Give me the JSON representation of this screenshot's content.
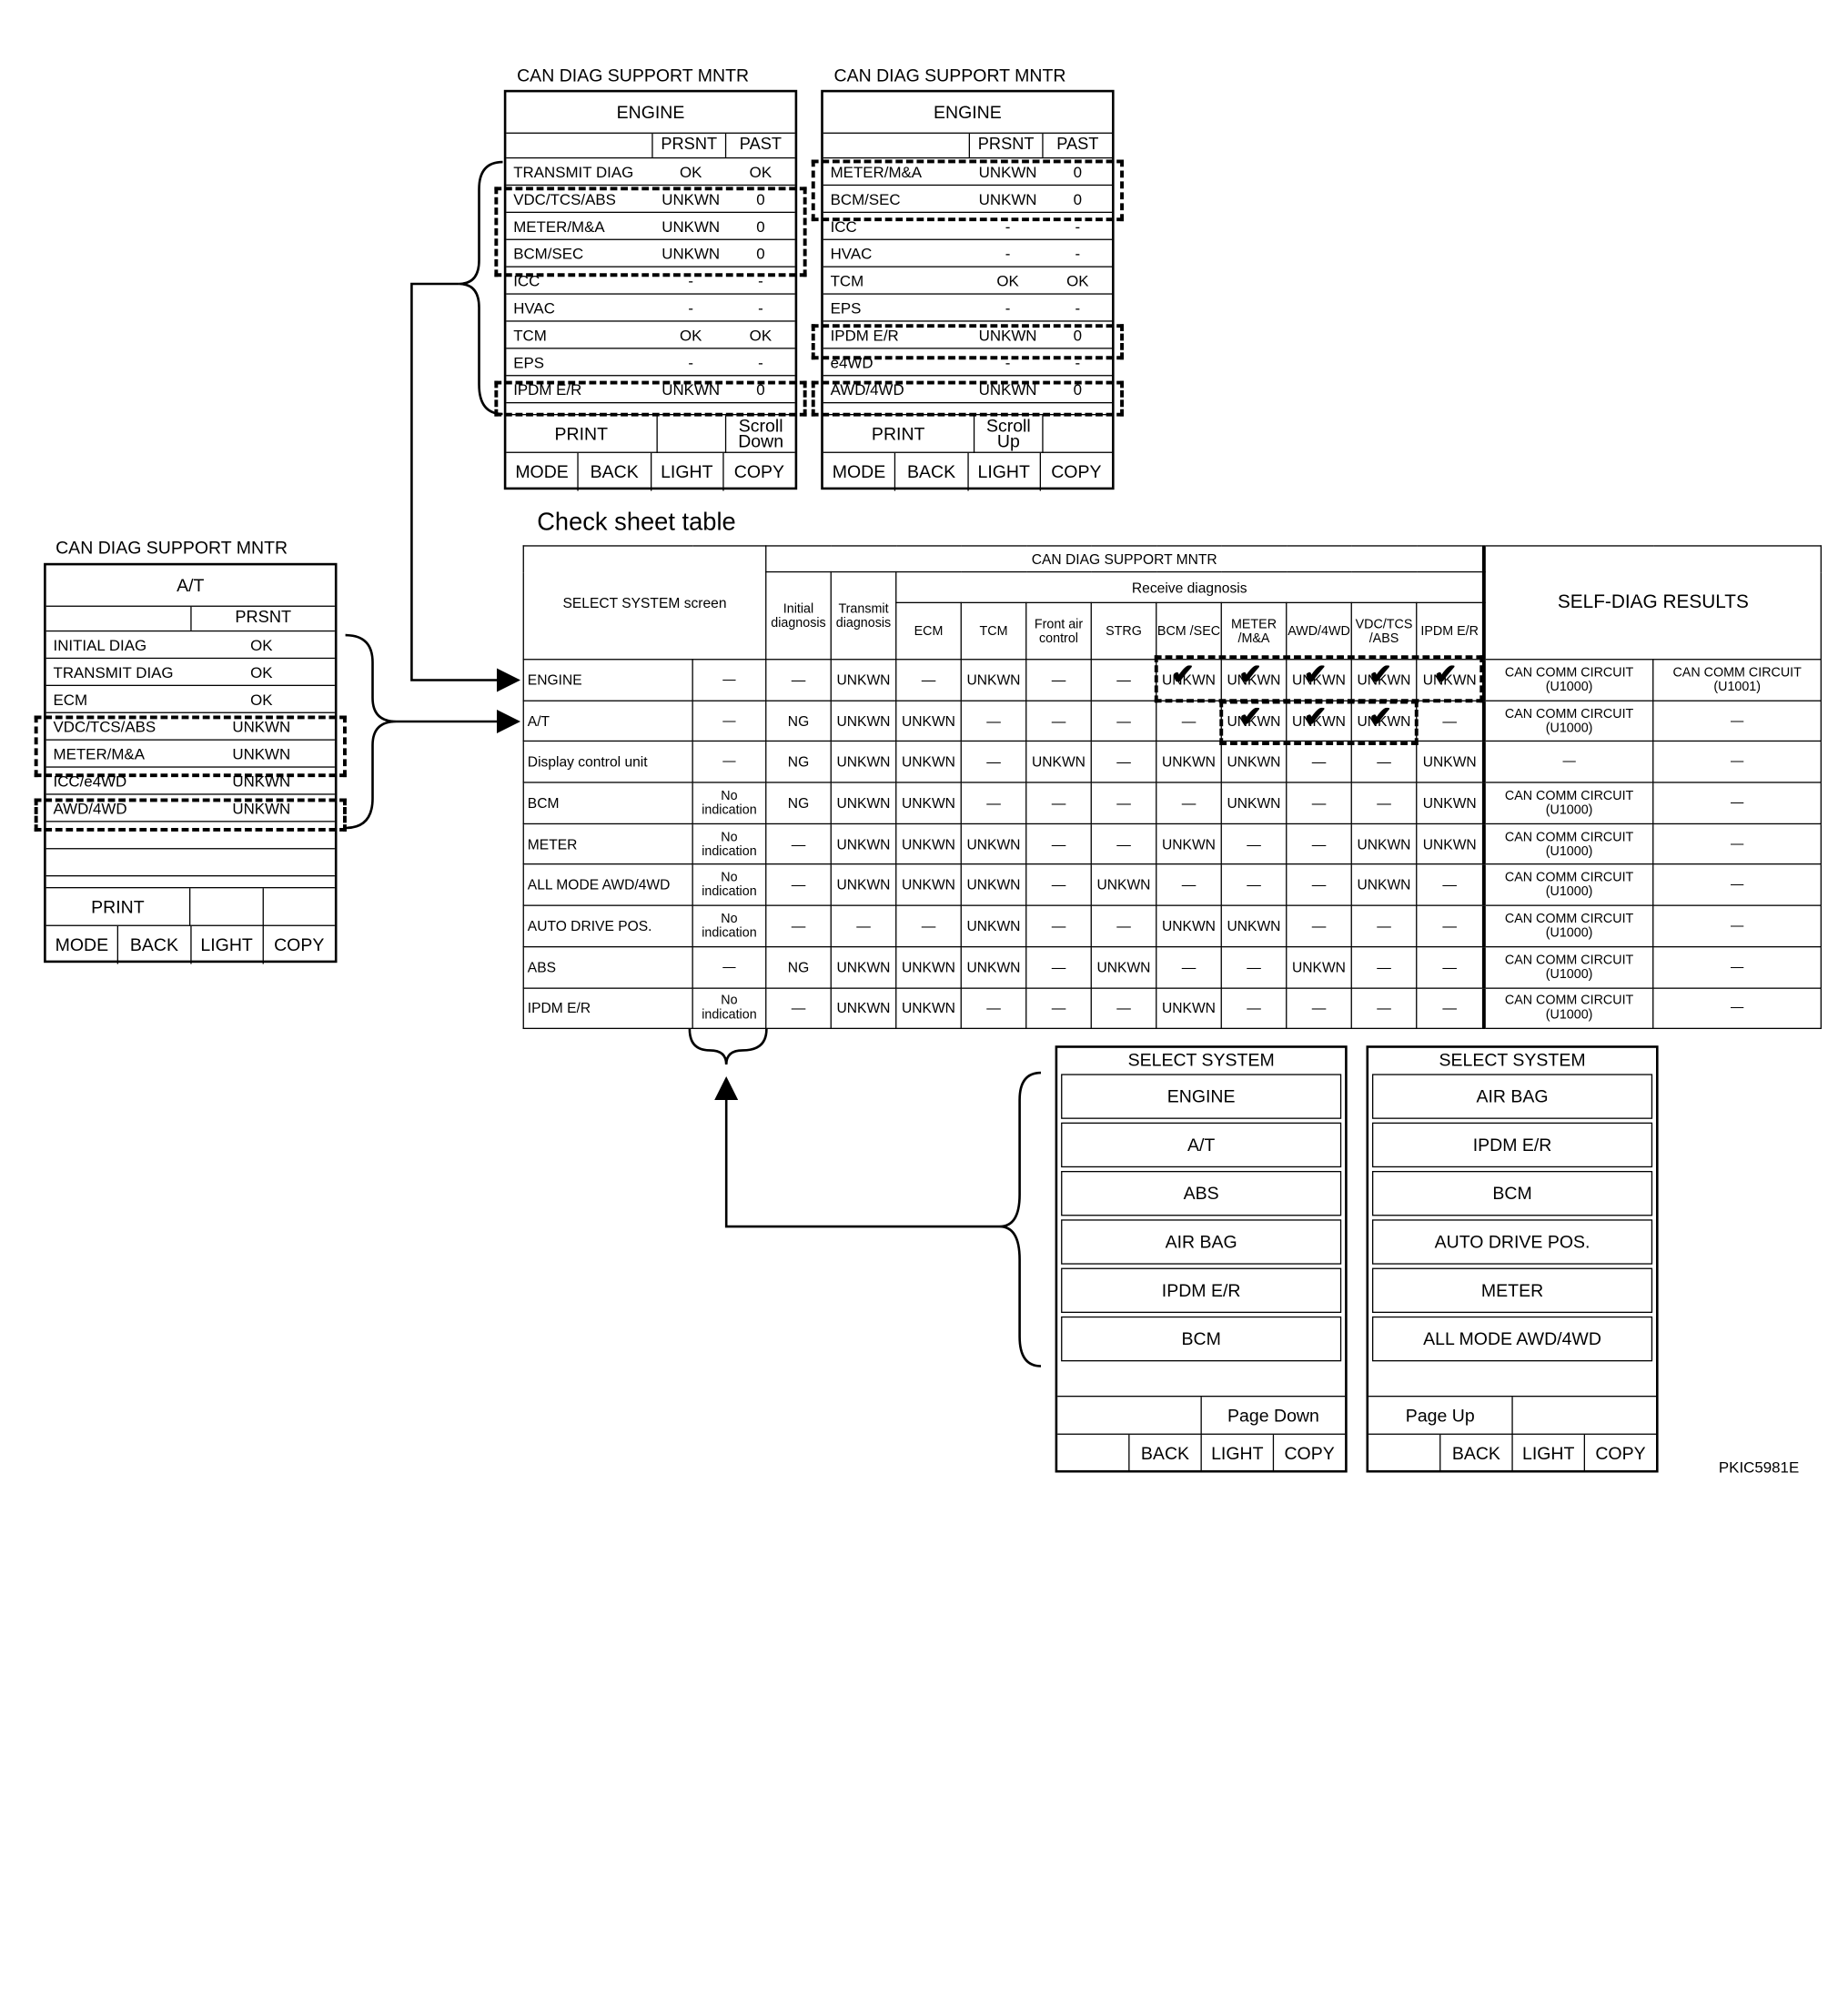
{
  "screen_top_left": {
    "title": "CAN DIAG SUPPORT MNTR",
    "header": "ENGINE",
    "col_prsnt": "PRSNT",
    "col_past": "PAST",
    "rows": [
      [
        "TRANSMIT DIAG",
        "OK",
        "OK"
      ],
      [
        "VDC/TCS/ABS",
        "UNKWN",
        "0"
      ],
      [
        "METER/M&A",
        "UNKWN",
        "0"
      ],
      [
        "BCM/SEC",
        "UNKWN",
        "0"
      ],
      [
        "ICC",
        "-",
        "-"
      ],
      [
        "HVAC",
        "-",
        "-"
      ],
      [
        "TCM",
        "OK",
        "OK"
      ],
      [
        "EPS",
        "-",
        "-"
      ],
      [
        "IPDM E/R",
        "UNKWN",
        "0"
      ]
    ],
    "btn_top": [
      "PRINT",
      "",
      "Scroll Down"
    ],
    "btn_bottom": [
      "MODE",
      "BACK",
      "LIGHT",
      "COPY"
    ]
  },
  "screen_top_right": {
    "title": "CAN DIAG SUPPORT MNTR",
    "header": "ENGINE",
    "col_prsnt": "PRSNT",
    "col_past": "PAST",
    "rows": [
      [
        "METER/M&A",
        "UNKWN",
        "0"
      ],
      [
        "BCM/SEC",
        "UNKWN",
        "0"
      ],
      [
        "ICC",
        "-",
        "-"
      ],
      [
        "HVAC",
        "-",
        "-"
      ],
      [
        "TCM",
        "OK",
        "OK"
      ],
      [
        "EPS",
        "-",
        "-"
      ],
      [
        "IPDM E/R",
        "UNKWN",
        "0"
      ],
      [
        "e4WD",
        "-",
        "-"
      ],
      [
        "AWD/4WD",
        "UNKWN",
        "0"
      ]
    ],
    "btn_top": [
      "PRINT",
      "Scroll Up",
      ""
    ],
    "btn_bottom": [
      "MODE",
      "BACK",
      "LIGHT",
      "COPY"
    ]
  },
  "screen_left": {
    "title": "CAN DIAG SUPPORT MNTR",
    "header": "A/T",
    "col_prsnt": "PRSNT",
    "rows": [
      [
        "INITIAL DIAG",
        "OK"
      ],
      [
        "TRANSMIT DIAG",
        "OK"
      ],
      [
        "ECM",
        "OK"
      ],
      [
        "VDC/TCS/ABS",
        "UNKWN"
      ],
      [
        "METER/M&A",
        "UNKWN"
      ],
      [
        "ICC/e4WD",
        "UNKWN"
      ],
      [
        "AWD/4WD",
        "UNKWN"
      ]
    ],
    "btn_top": [
      "PRINT",
      "",
      ""
    ],
    "btn_bottom": [
      "MODE",
      "BACK",
      "LIGHT",
      "COPY"
    ]
  },
  "check_sheet": {
    "title": "Check sheet table",
    "h_can": "CAN DIAG SUPPORT MNTR",
    "h_select": "SELECT SYSTEM screen",
    "h_initial": "Initial diagnosis",
    "h_transmit": "Transmit diagnosis",
    "h_receive": "Receive diagnosis",
    "h_self": "SELF-DIAG RESULTS",
    "receive_cols": [
      "ECM",
      "TCM",
      "Front air control",
      "STRG",
      "BCM /SEC",
      "METER /M&A",
      "AWD/4WD",
      "VDC/TCS /ABS",
      "IPDM E/R"
    ],
    "rows": [
      [
        "ENGINE",
        "—",
        "—",
        "UNKWN",
        "—",
        "UNKWN",
        "—",
        "—",
        "UNKWN",
        "UNKWN",
        "UNKWN",
        "UNKWN",
        "UNKWN",
        "CAN COMM CIRCUIT (U1000)",
        "CAN COMM CIRCUIT (U1001)"
      ],
      [
        "A/T",
        "—",
        "NG",
        "UNKWN",
        "UNKWN",
        "—",
        "—",
        "—",
        "—",
        "UNKWN",
        "UNKWN",
        "UNKWN",
        "—",
        "CAN COMM CIRCUIT (U1000)",
        "—"
      ],
      [
        "Display control unit",
        "—",
        "NG",
        "UNKWN",
        "UNKWN",
        "—",
        "UNKWN",
        "—",
        "UNKWN",
        "UNKWN",
        "—",
        "—",
        "UNKWN",
        "—",
        "—"
      ],
      [
        "BCM",
        "No indication",
        "NG",
        "UNKWN",
        "UNKWN",
        "—",
        "—",
        "—",
        "—",
        "UNKWN",
        "—",
        "—",
        "UNKWN",
        "CAN COMM CIRCUIT (U1000)",
        "—"
      ],
      [
        "METER",
        "No indication",
        "—",
        "UNKWN",
        "UNKWN",
        "UNKWN",
        "—",
        "—",
        "UNKWN",
        "—",
        "—",
        "UNKWN",
        "UNKWN",
        "CAN COMM CIRCUIT (U1000)",
        "—"
      ],
      [
        "ALL MODE AWD/4WD",
        "No indication",
        "—",
        "UNKWN",
        "UNKWN",
        "UNKWN",
        "—",
        "UNKWN",
        "—",
        "—",
        "—",
        "UNKWN",
        "—",
        "CAN COMM CIRCUIT (U1000)",
        "—"
      ],
      [
        "AUTO DRIVE POS.",
        "No indication",
        "—",
        "—",
        "—",
        "UNKWN",
        "—",
        "—",
        "UNKWN",
        "UNKWN",
        "—",
        "—",
        "—",
        "CAN COMM CIRCUIT (U1000)",
        "—"
      ],
      [
        "ABS",
        "—",
        "NG",
        "UNKWN",
        "UNKWN",
        "UNKWN",
        "—",
        "UNKWN",
        "—",
        "—",
        "UNKWN",
        "—",
        "—",
        "CAN COMM CIRCUIT (U1000)",
        "—"
      ],
      [
        "IPDM E/R",
        "No indication",
        "—",
        "UNKWN",
        "UNKWN",
        "—",
        "—",
        "—",
        "UNKWN",
        "—",
        "—",
        "—",
        "—",
        "CAN COMM CIRCUIT (U1000)",
        "—"
      ]
    ]
  },
  "select_left": {
    "title": "SELECT SYSTEM",
    "items": [
      "ENGINE",
      "A/T",
      "ABS",
      "AIR BAG",
      "IPDM E/R",
      "BCM"
    ],
    "btn_top": [
      "",
      "Page Down"
    ],
    "btn_bottom": [
      "",
      "BACK",
      "LIGHT",
      "COPY"
    ]
  },
  "select_right": {
    "title": "SELECT SYSTEM",
    "items": [
      "AIR BAG",
      "IPDM E/R",
      "BCM",
      "AUTO DRIVE POS.",
      "METER",
      "ALL MODE AWD/4WD"
    ],
    "btn_top": [
      "Page Up",
      ""
    ],
    "btn_bottom": [
      "",
      "BACK",
      "LIGHT",
      "COPY"
    ]
  },
  "figure_code": "PKIC5981E"
}
